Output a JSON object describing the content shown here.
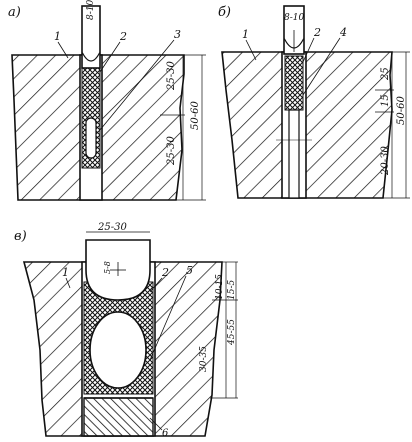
{
  "panels": {
    "a": {
      "label": "a)",
      "top_dim": "8-10",
      "callouts": [
        "1",
        "2",
        "3"
      ],
      "dims": [
        "25-30",
        "25-30",
        "50-60"
      ]
    },
    "b": {
      "label": "б)",
      "top_dim": "8-10",
      "callouts": [
        "1",
        "2",
        "4"
      ],
      "dims": [
        "25",
        "15",
        "20-30",
        "50-60"
      ]
    },
    "c": {
      "label": "в)",
      "top_dim": "25-30",
      "inner_dim": "5-8",
      "callouts": [
        "1",
        "2",
        "5",
        "6"
      ],
      "dims": [
        "10-15",
        "15-5",
        "45-55",
        "30-35"
      ]
    }
  },
  "colors": {
    "ink": "#111111",
    "paper": "#ffffff"
  }
}
